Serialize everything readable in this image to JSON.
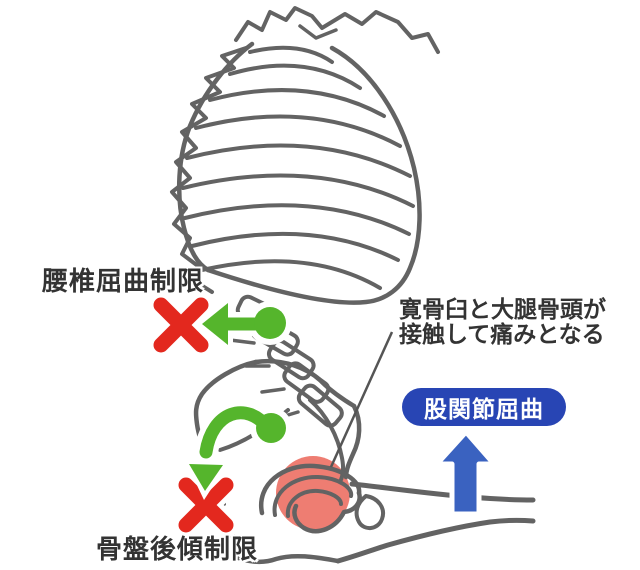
{
  "labels": {
    "lumbar_restriction": "腰椎屈曲制限",
    "pelvic_restriction": "骨盤後傾制限",
    "hip_flexion_badge": "股関節屈曲",
    "pain_note_line1": "寛骨臼と大腿骨頭が",
    "pain_note_line2": "接触して痛みとなる"
  },
  "icons": {
    "x_mark": "✕",
    "left_arrow": "←",
    "curved_down_arrow": "⤵",
    "up_arrow": "↑"
  },
  "colors": {
    "skeleton_gray": "#636363",
    "leader_gray": "#555555",
    "label_text": "#333333",
    "motion_green": "#55b52c",
    "restriction_red": "#e3281e",
    "pain_pink": "#ee7d72",
    "badge_blue": "#2845b4",
    "arrow_blue": "#3a62c0"
  }
}
